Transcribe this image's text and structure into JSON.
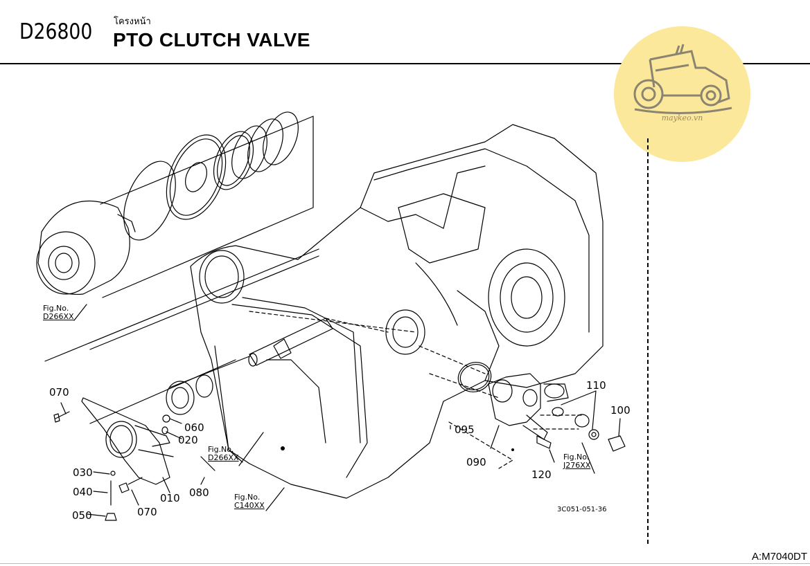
{
  "header": {
    "code": "D26800",
    "subtitle_thai": "โครงหน้า",
    "title": "PTO CLUTCH VALVE"
  },
  "footer": {
    "model": "A:M7040DT"
  },
  "logo": {
    "icon": "tractor-icon",
    "text": "maykeo.vn",
    "color": "#fbe89a"
  },
  "diagram": {
    "drawing_code": "3C051-051-36",
    "part_labels": [
      "110",
      "100",
      "095",
      "090",
      "120",
      "070",
      "060",
      "020",
      "030",
      "040",
      "010",
      "080",
      "070",
      "050"
    ],
    "figure_refs": [
      {
        "label": "Fig.No.",
        "ref": "D266XX"
      },
      {
        "label": "Fig.No.",
        "ref": "D266XX"
      },
      {
        "label": "Fig.No.",
        "ref": "C140XX"
      },
      {
        "label": "Fig.No.",
        "ref": "J276XX"
      }
    ]
  }
}
